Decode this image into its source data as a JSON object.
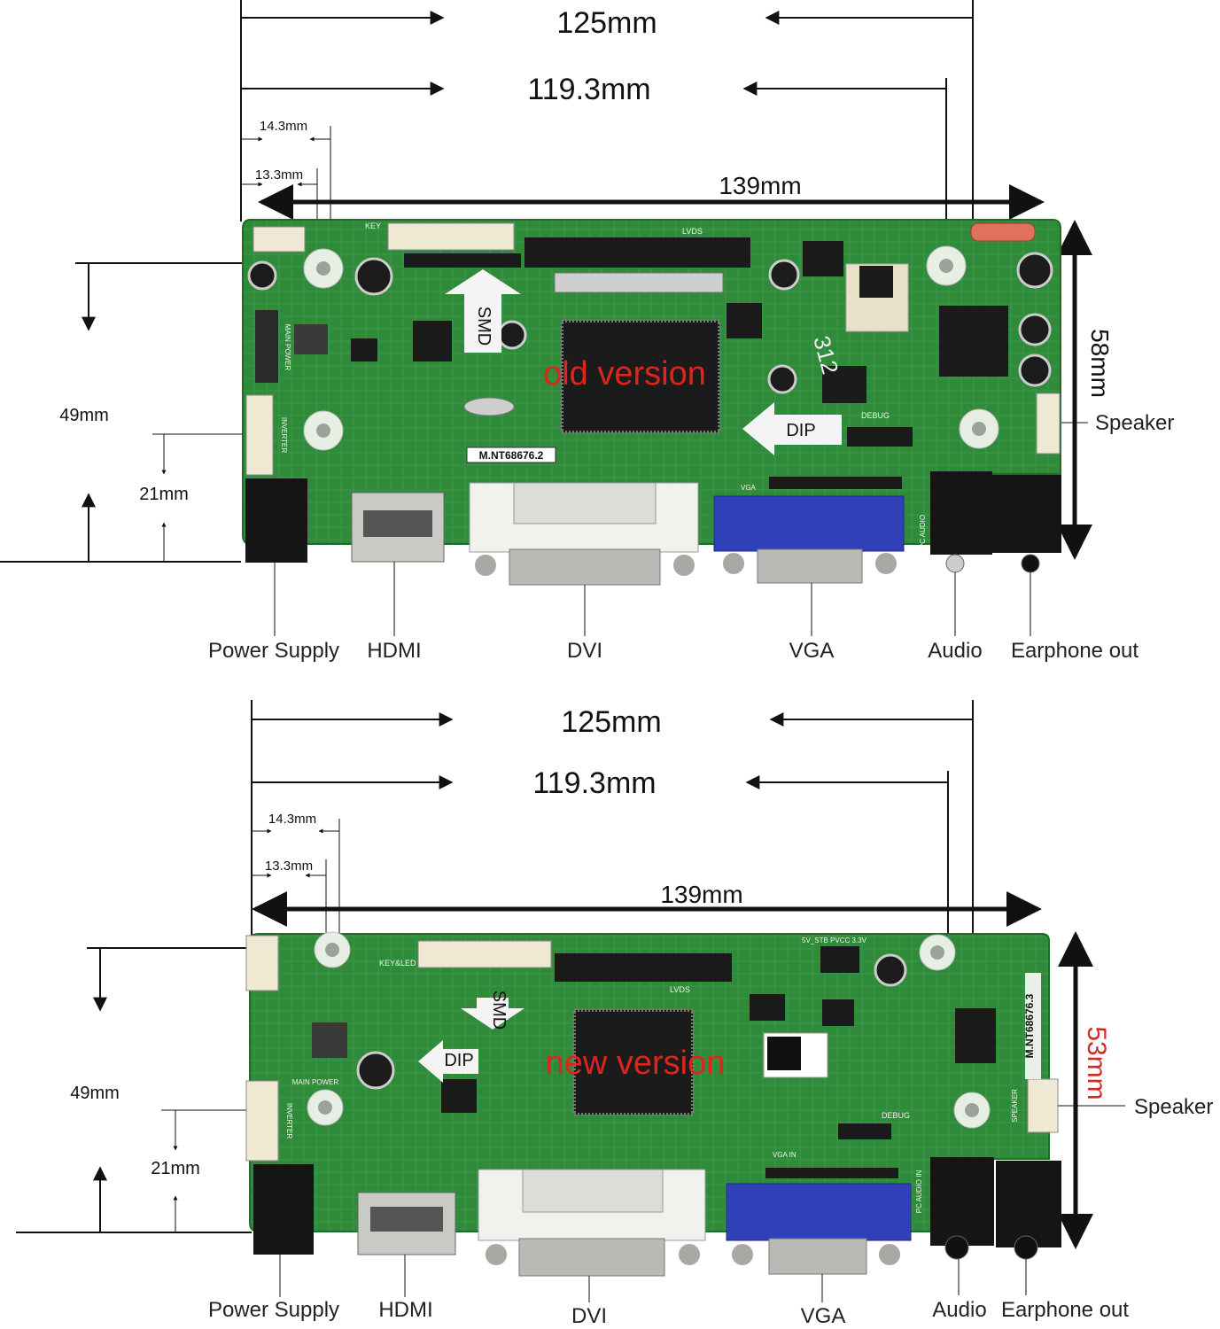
{
  "top_board": {
    "dims": {
      "overall": "125mm",
      "holes": "119.3mm",
      "hole_offset_a": "14.3mm",
      "hole_offset_b": "13.3mm",
      "board_width": "139mm",
      "height": "58mm",
      "vertical_a": "49mm",
      "vertical_b": "21mm"
    },
    "version_label": "old version",
    "silk": {
      "smd": "SMD",
      "dip": "DIP",
      "model": "M.NT68676.2",
      "lvds": "LVDS",
      "debug": "DEBUG",
      "main_power": "MAIN POWER",
      "inverter": "INVERTER",
      "key": "KEY",
      "vga": "VGA",
      "pc_audio": "PC AUDIO",
      "handwritten": "312"
    },
    "ports": {
      "power": "Power Supply",
      "hdmi": "HDMI",
      "dvi": "DVI",
      "vga": "VGA",
      "audio": "Audio",
      "earphone": "Earphone out",
      "speaker": "Speaker"
    }
  },
  "bottom_board": {
    "dims": {
      "overall": "125mm",
      "holes": "119.3mm",
      "hole_offset_a": "14.3mm",
      "hole_offset_b": "13.3mm",
      "board_width": "139mm",
      "height": "53mm",
      "vertical_a": "49mm",
      "vertical_b": "21mm"
    },
    "version_label": "new version",
    "silk": {
      "smd": "SMD",
      "dip": "DIP",
      "model": "M.NT68676.3",
      "lvds": "LVDS",
      "debug": "DEBUG",
      "main_power": "MAIN POWER",
      "inverter": "INVERTER",
      "key_led": "KEY&LED",
      "vga_in": "VGA IN",
      "pc_audio_in": "PC AUDIO IN",
      "speaker": "SPEAKER",
      "rails": "5V_STB PVCC 3.3V"
    },
    "ports": {
      "power": "Power Supply",
      "hdmi": "HDMI",
      "dvi": "DVI",
      "vga": "VGA",
      "audio": "Audio",
      "earphone": "Earphone out",
      "speaker": "Speaker"
    }
  },
  "colors": {
    "pcb": "#2f8a3a",
    "pcb_dark": "#1e6b2a",
    "chip": "#1b1b1b",
    "vga_blue": "#2f40b8",
    "dvi_white": "#f1f1ee",
    "metal": "#b9b9b6",
    "version_red": "#e0241b"
  }
}
